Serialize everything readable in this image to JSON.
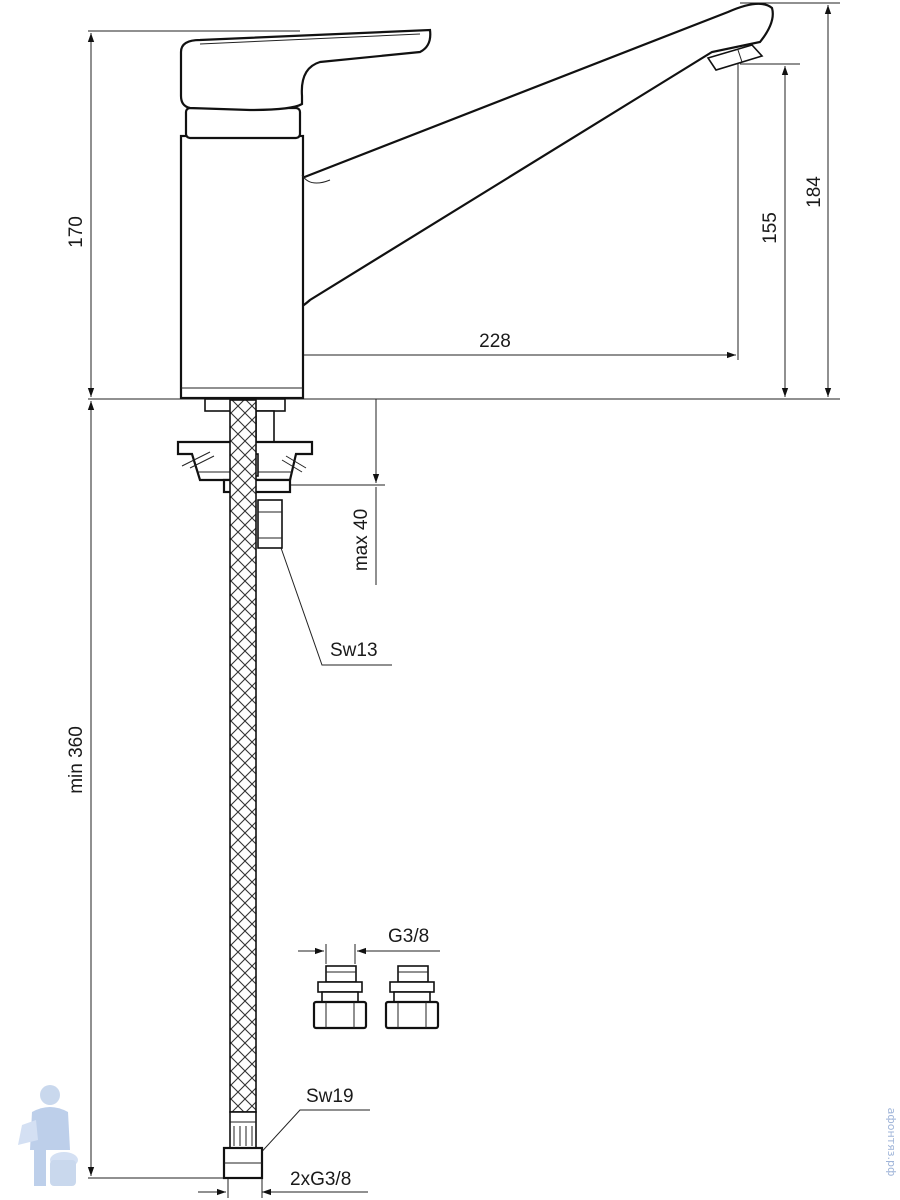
{
  "dimensions": {
    "total_height": "184",
    "outlet_height": "155",
    "body_height": "170",
    "spout_reach": "228",
    "max_deck_thickness": "max 40",
    "min_hose_length": "min 360",
    "nut_size_top": "Sw13",
    "hose_nut_size": "Sw19",
    "fitting_thread": "G3/8",
    "hose_thread": "2xG3/8"
  },
  "watermark": {
    "site_text": "афонтяз.рф"
  },
  "colors": {
    "line": "#111111",
    "background": "#ffffff",
    "watermark": "#9fb4d8"
  }
}
